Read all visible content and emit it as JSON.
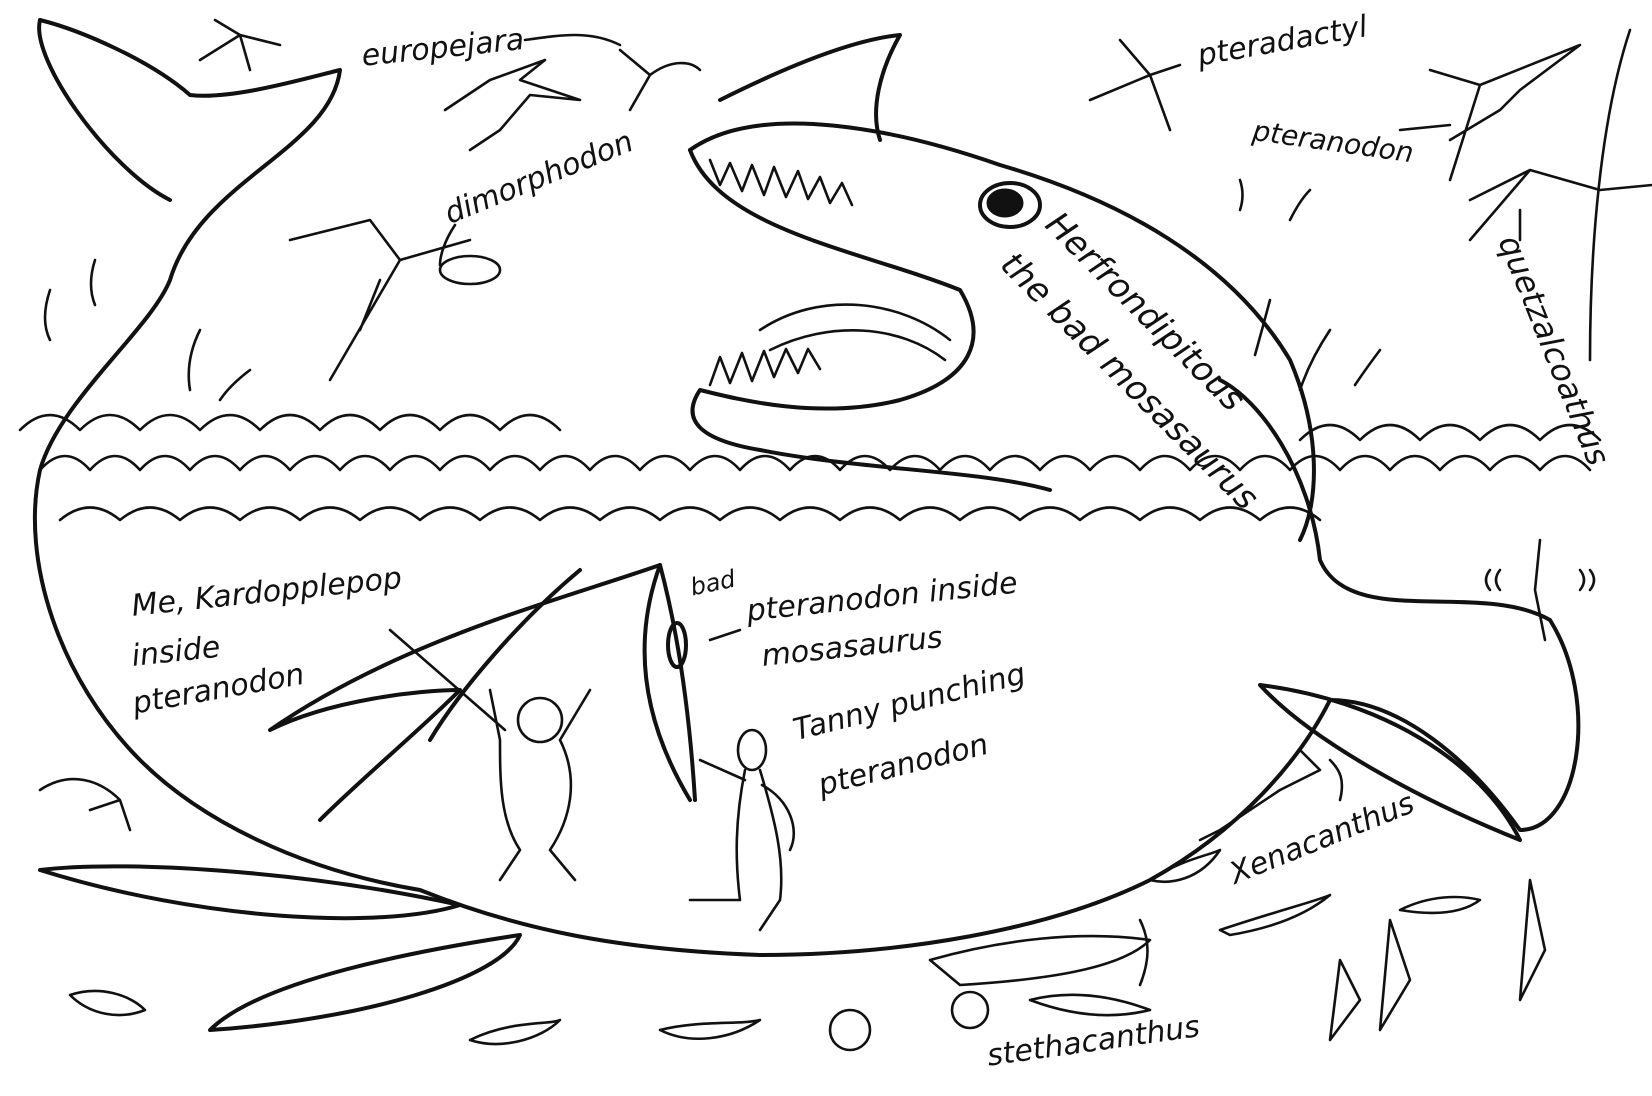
{
  "illustration": {
    "style": "hand-drawn black ink line art on white",
    "colors": {
      "ink": "#111111",
      "paper": "#ffffff"
    },
    "scene": "underwater and sky scene with a mosasaurus, a whale, pterosaurs and prehistoric sharks"
  },
  "labels": {
    "europejara": "europejara",
    "dimorphodon": "dimorphodon",
    "pteradactyl": "pteradactyl",
    "pteranodon_sky": "pteranodon",
    "quetzalcoatlus": "quetzalcoathus",
    "mosasaurus_name": "Herfrondipitous",
    "mosasaurus_desc": "the bad mosasaurus",
    "me_line1": "Me, Kardopplepop",
    "me_line2": "inside",
    "me_line3": "pteranodon",
    "bad": "bad",
    "pteranodon_inside_line1": "pteranodon inside",
    "pteranodon_inside_line2": "mosasaurus",
    "tanny_line1": "Tanny punching",
    "tanny_line2": "pteranodon",
    "xenacanthus": "Xenacanthus",
    "stethacanthus": "stethacanthus"
  }
}
